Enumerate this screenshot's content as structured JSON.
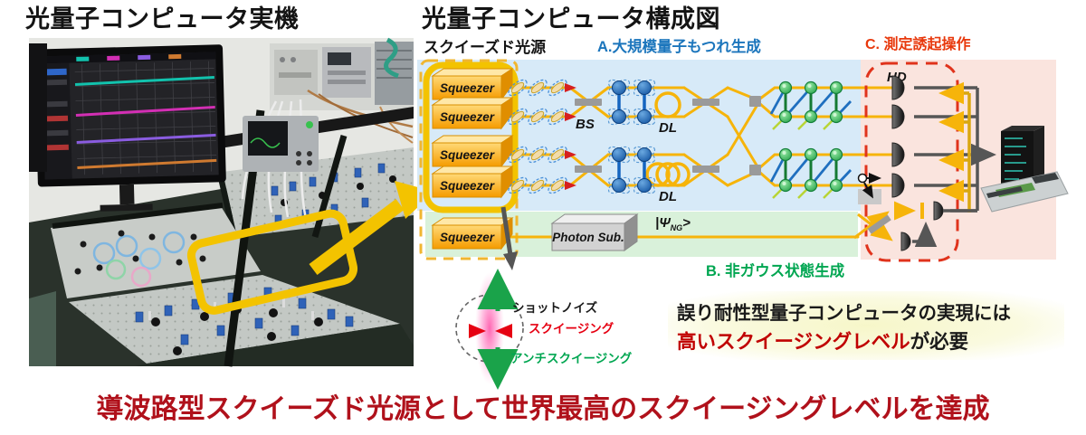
{
  "titles": {
    "left": "光量子コンピュータ実機",
    "right": "光量子コンピュータ構成図"
  },
  "sections": {
    "source_label": "スクイーズド光源",
    "a_label": "A.大規模量子もつれ生成",
    "b_label": "B. 非ガウス状態生成",
    "c_label": "C. 測定誘起操作"
  },
  "components": {
    "squeezer": "Squeezer",
    "beam_splitter": "BS",
    "delay_line": "DL",
    "homodyne": "HD",
    "photon_sub": "Photon Sub.",
    "state_prefix": "|Ψ",
    "state_sub": "NG",
    "state_suffix": ">"
  },
  "noise_legend": {
    "shot_noise": "ショットノイズ",
    "squeezing": "スクイージング",
    "anti_squeezing": "アンチスクイージング"
  },
  "callout": {
    "line1": "誤り耐性型量子コンピュータの実現には",
    "highlight": "高いスクイージングレベル",
    "suffix": "が必要"
  },
  "headline": "導波路型スクイーズド光源として世界最高のスクイージングレベルを達成",
  "colors": {
    "band_a": "#d7eaf8",
    "band_b": "#d9f1da",
    "band_c": "#fae4de",
    "highlight_yellow": "#f3c300",
    "beam_yellow": "#f6b40a",
    "label_a_blue": "#1b75bc",
    "label_b_green": "#00a651",
    "label_c_red": "#e8380c",
    "squeezing_red": "#e60012",
    "headline_red": "#b0111b",
    "trace_cyan": "#12c2ad",
    "trace_magenta": "#d32fb4",
    "trace_purple": "#8a5ce0",
    "trace_orange": "#cf7a30"
  }
}
